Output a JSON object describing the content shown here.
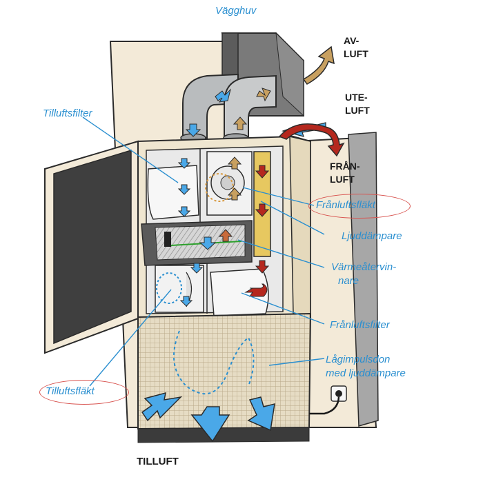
{
  "labels": {
    "vagghuv": "Vägghuv",
    "avluft_1": "AV-",
    "avluft_2": "LUFT",
    "uteluft_1": "UTE-",
    "uteluft_2": "LUFT",
    "franluft_1": "FRÅN-",
    "franluft_2": "LUFT",
    "tilluftsfilter": "Tilluftsfilter",
    "franluftsflakt": "Frånluftsfläkt",
    "ljuddampare": "Ljuddämpare",
    "varmeatervinnare_1": "Värmeåtervin-",
    "varmeatervinnare_2": "nare",
    "franluftsfilter": "Frånluftsfilter",
    "lagimpulsdon_1": "Lågimpulsdon",
    "lagimpulsdon_2": "med ljuddämpare",
    "tilluftsflakt": "Tilluftsfläkt",
    "tilluft": "TILLUFT"
  },
  "colors": {
    "label_blue": "#2a8fd0",
    "highlight_ring": "#d8534f",
    "wall": "#f3ead8",
    "cabinet_frame": "#efe6d0",
    "duct_gray": "#b9bcbe",
    "wall_hood": "#707070",
    "supply_arrow": "#4aa8e8",
    "extract_arrow": "#b5281e",
    "outlet_arrow": "#c8a060",
    "mesh": "#d8ccb2",
    "panel_dark": "#3f3f3f",
    "damper_yellow": "#e7c860"
  }
}
